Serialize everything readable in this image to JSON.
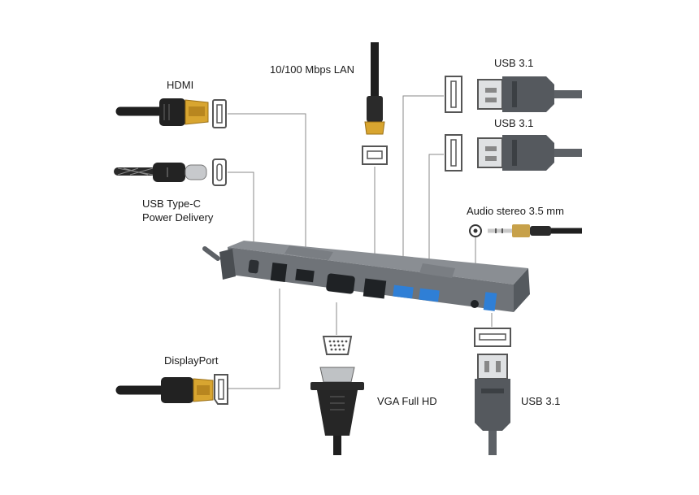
{
  "labels": {
    "hdmi": "HDMI",
    "lan": "10/100 Mbps LAN",
    "usb_top1": "USB 3.1",
    "usb_top2": "USB 3.1",
    "usbc_line1": "USB Type-C",
    "usbc_line2": "Power Delivery",
    "audio": "Audio stereo 3.5 mm",
    "displayport": "DisplayPort",
    "vga": "VGA Full HD",
    "usb_bottom": "USB 3.1"
  },
  "colors": {
    "hub_body": "#6f7378",
    "hub_top": "#8a8e93",
    "hub_front": "#3e4246",
    "port_blue": "#2f7fd6",
    "connector_gold": "#d8a530",
    "cable_dark": "#1f1f1f",
    "cable_grey": "#5d6166",
    "leader_line": "#8a8a8a"
  }
}
